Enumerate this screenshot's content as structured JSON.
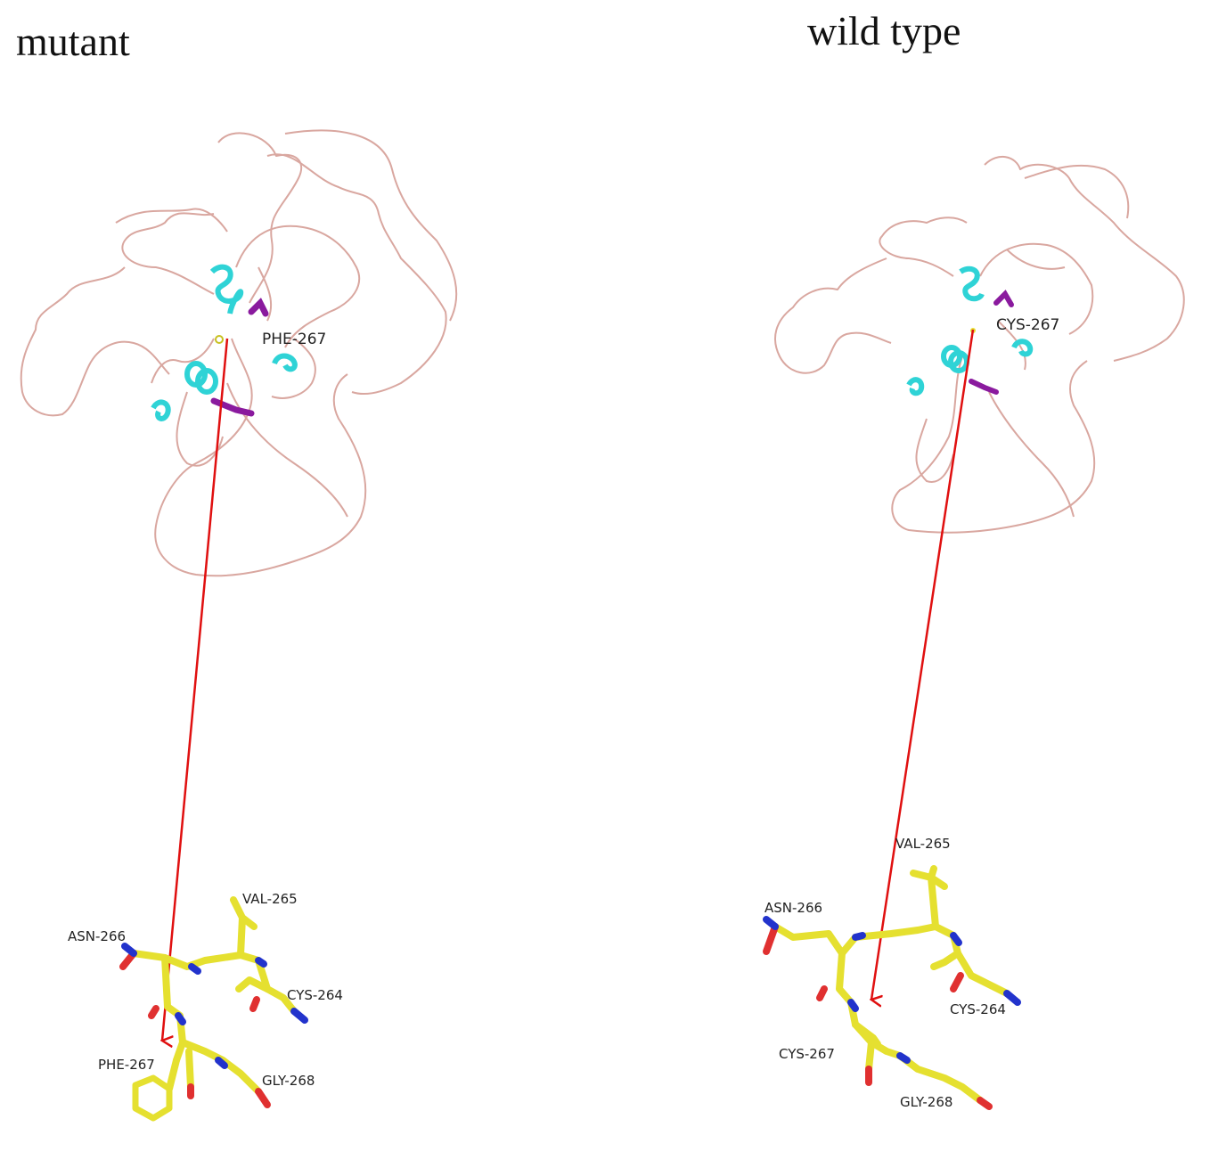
{
  "panels": {
    "mutant": {
      "title": "mutant",
      "site_label": "PHE-267",
      "residues": [
        "ASN-266",
        "VAL-265",
        "CYS-264",
        "PHE-267",
        "GLY-268"
      ]
    },
    "wild_type": {
      "title": "wild type",
      "site_label": "CYS-267",
      "residues": [
        "VAL-265",
        "ASN-266",
        "CYS-264",
        "CYS-267",
        "GLY-268"
      ]
    }
  },
  "colors": {
    "coil": "#d9a7a0",
    "helix": "#2fd3d6",
    "sheet": "#8a1a9e",
    "carbon": "#e5e030",
    "nitrogen": "#2233cc",
    "oxygen": "#e03030",
    "arrow": "#e01010"
  }
}
